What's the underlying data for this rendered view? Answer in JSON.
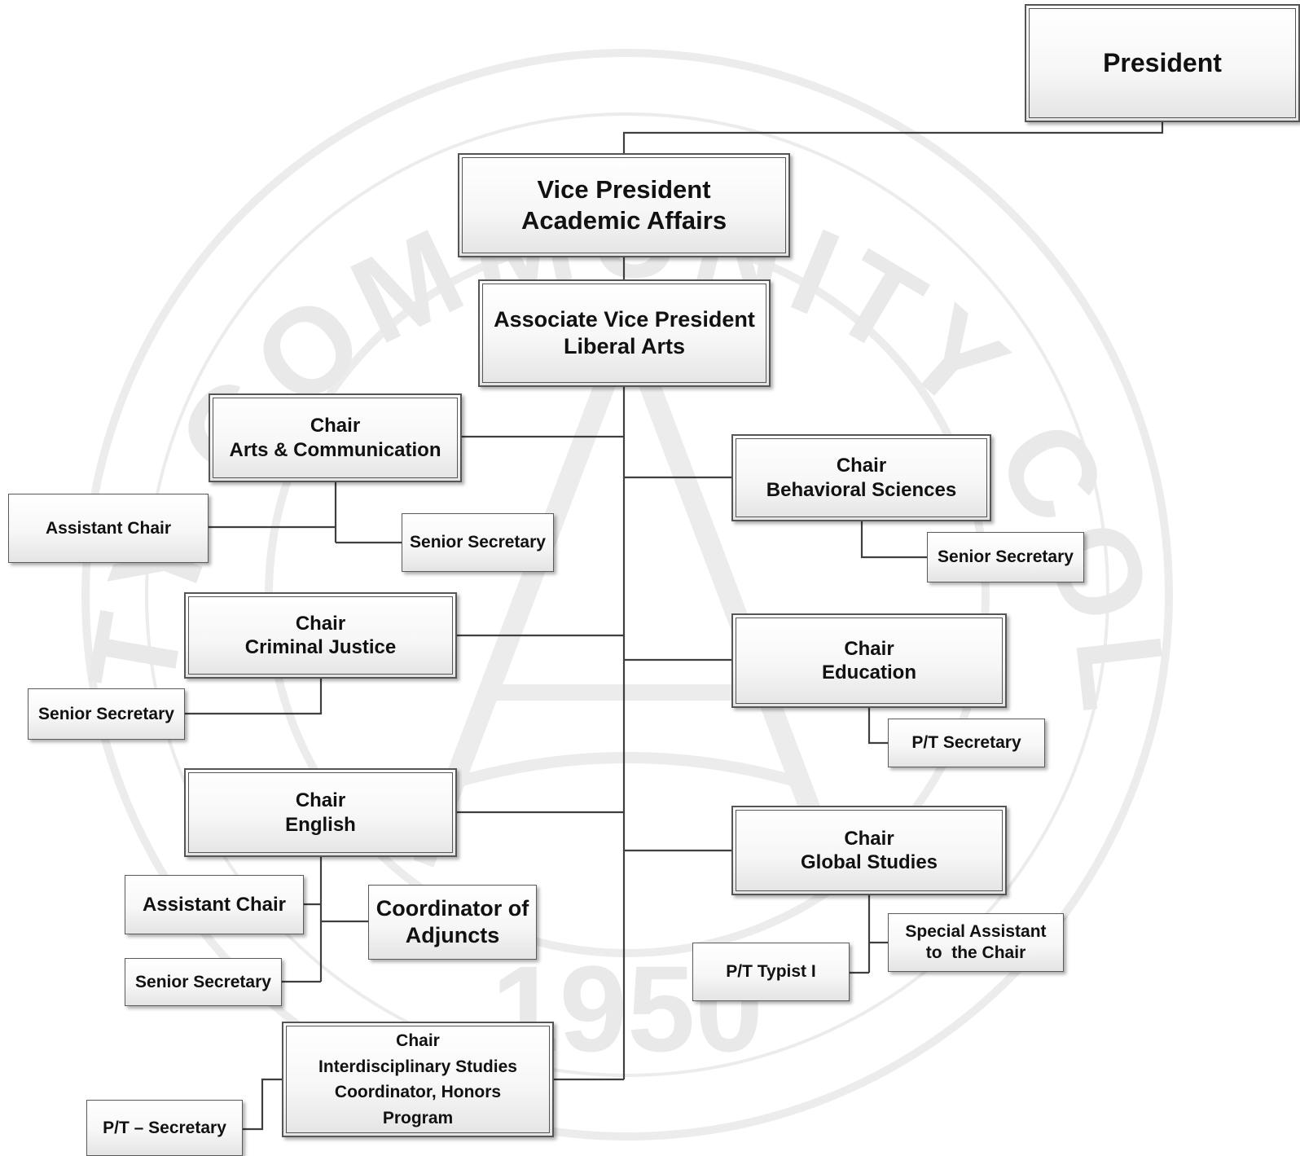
{
  "nodes": {
    "president": [
      "President"
    ],
    "vp": [
      "Vice President",
      "Academic Affairs"
    ],
    "avp": [
      "Associate Vice President",
      "Liberal Arts"
    ],
    "arts": [
      "Chair",
      "Arts & Communication"
    ],
    "arts_asst": [
      "Assistant Chair"
    ],
    "arts_sec": [
      "Senior Secretary"
    ],
    "cj": [
      "Chair",
      "Criminal Justice"
    ],
    "cj_sec": [
      "Senior Secretary"
    ],
    "eng": [
      "Chair",
      "English"
    ],
    "eng_asst": [
      "Assistant Chair"
    ],
    "eng_coord": [
      "Coordinator of",
      "Adjuncts"
    ],
    "eng_sec": [
      "Senior Secretary"
    ],
    "inter": [
      "Chair",
      "Interdisciplinary Studies",
      "Coordinator, Honors",
      "Program"
    ],
    "inter_sec": [
      "P/T – Secretary"
    ],
    "beh": [
      "Chair",
      "Behavioral Sciences"
    ],
    "beh_sec": [
      "Senior Secretary"
    ],
    "edu": [
      "Chair",
      "Education"
    ],
    "edu_sec": [
      "P/T Secretary"
    ],
    "glob": [
      "Chair",
      "Global Studies"
    ],
    "glob_spec": [
      "Special Assistant",
      "to  the Chair"
    ],
    "glob_typ": [
      "P/T Typist I"
    ]
  },
  "watermark": {
    "arc_text": "COUNTY COMMUNITY COLLEGE",
    "year": "1950",
    "color": "#e9e9e9"
  },
  "colors": {
    "connector": "#3f3f3f",
    "box_border": "#5a5a5a"
  }
}
